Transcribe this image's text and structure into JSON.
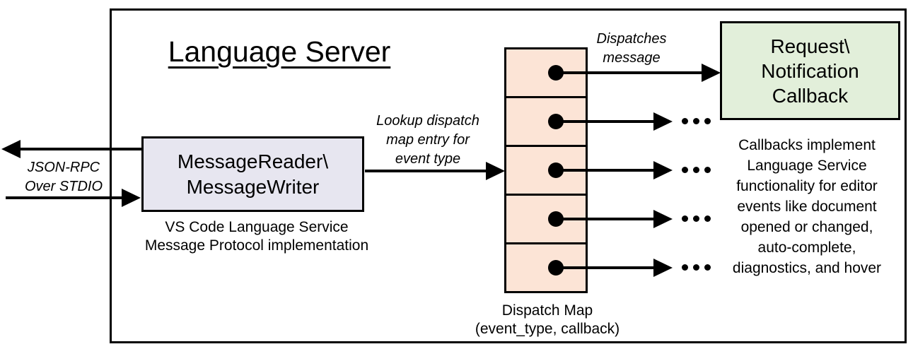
{
  "title": "Language Server",
  "colors": {
    "reader-fill": "#e7e6f0",
    "map-fill": "#fce4d6",
    "callback-fill": "#e2efda",
    "line": "#000000",
    "bg": "#ffffff"
  },
  "io": {
    "line1": "JSON-RPC",
    "line2": "Over STDIO"
  },
  "reader": {
    "line1": "MessageReader\\",
    "line2": "MessageWriter",
    "caption1": "VS Code Language Service",
    "caption2": "Message Protocol implementation"
  },
  "lookup": {
    "line1": "Lookup dispatch",
    "line2": "map entry for",
    "line3": "event type"
  },
  "dispatch": {
    "label1": "Dispatches",
    "label2": "message",
    "caption1": "Dispatch Map",
    "caption2": "(event_type, callback)",
    "entry_count": 5
  },
  "callback": {
    "line1": "Request\\",
    "line2": "Notification",
    "line3": "Callback"
  },
  "note": {
    "line1": "Callbacks implement",
    "line2": "Language Service",
    "line3": "functionality for editor",
    "line4": "events like document",
    "line5": "opened or changed,",
    "line6": "auto-complete,",
    "line7": "diagnostics, and hover"
  }
}
